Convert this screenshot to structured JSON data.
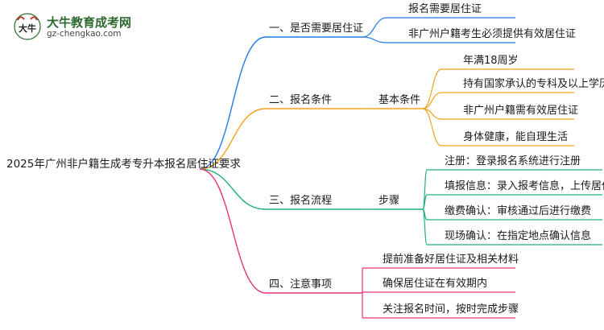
{
  "logo": {
    "title": "大牛教育成考网",
    "subtitle": "gz-chengkao.com",
    "mark_text": "大牛"
  },
  "colors": {
    "blue": "#1f7ae8",
    "orange": "#f0a21a",
    "green": "#21b07a",
    "pink": "#e8307a"
  },
  "mindmap": {
    "root": "2025年广州非户籍生成考专升本报名居住证要求",
    "branches": [
      {
        "label": "一、是否需要居住证",
        "color": "blue",
        "sub": null,
        "leaves": [
          "报名需要居住证",
          "非广州户籍考生必须提供有效居住证"
        ]
      },
      {
        "label": "二、报名条件",
        "color": "orange",
        "sub": "基本条件",
        "leaves": [
          "年满18周岁",
          "持有国家承认的专科及以上学历",
          "非广州户籍需有效居住证",
          "身体健康，能自理生活"
        ]
      },
      {
        "label": "三、报名流程",
        "color": "green",
        "sub": "步骤",
        "leaves": [
          "注册：登录报名系统进行注册",
          "填报信息：录入报考信息，上传居住证",
          "缴费确认：审核通过后进行缴费",
          "现场确认：在指定地点确认信息"
        ]
      },
      {
        "label": "四、注意事项",
        "color": "pink",
        "sub": null,
        "leaves": [
          "提前准备好居住证及相关材料",
          "确保居住证在有效期内",
          "关注报名时间，按时完成步骤"
        ]
      }
    ]
  }
}
